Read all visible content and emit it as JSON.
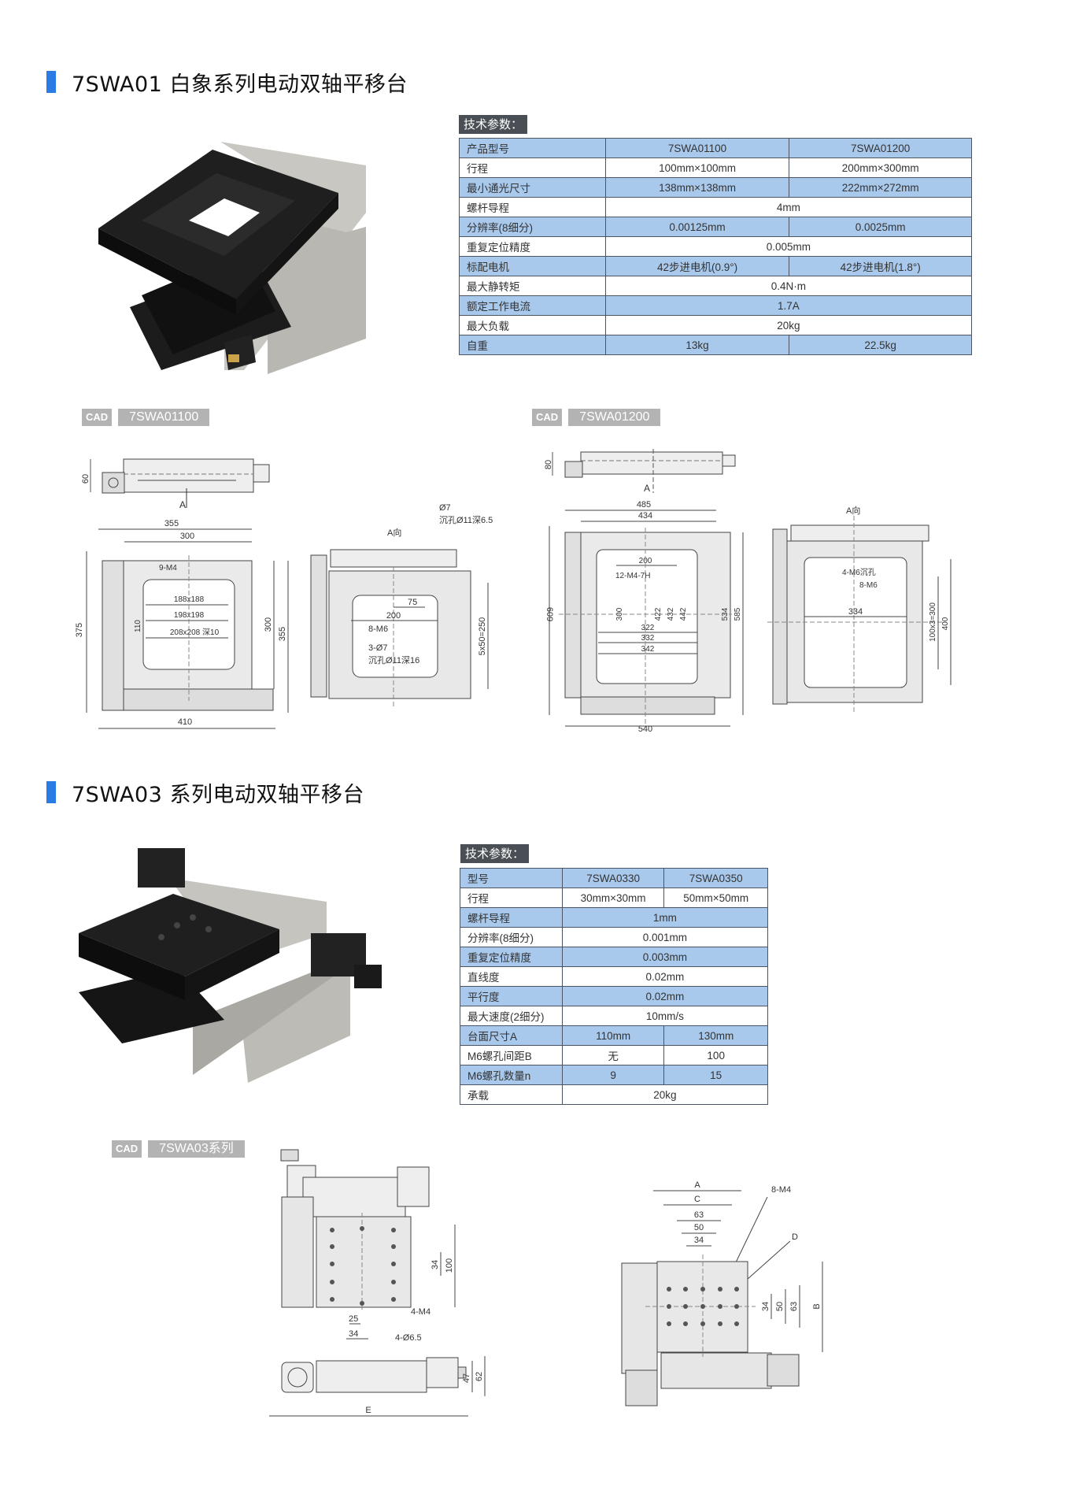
{
  "section1": {
    "title": "7SWA01 白象系列电动双轴平移台",
    "spec_label": "技术参数：",
    "table": {
      "header": [
        "产品型号",
        "7SWA01100",
        "7SWA01200"
      ],
      "rows": [
        {
          "label": "行程",
          "values": [
            "100mm×100mm",
            "200mm×300mm"
          ]
        },
        {
          "label": "最小通光尺寸",
          "values": [
            "138mm×138mm",
            "222mm×272mm"
          ]
        },
        {
          "label": "螺杆导程",
          "values": [
            "4mm"
          ]
        },
        {
          "label": "分辨率(8细分)",
          "values": [
            "0.00125mm",
            "0.0025mm"
          ]
        },
        {
          "label": "重复定位精度",
          "values": [
            "0.005mm"
          ]
        },
        {
          "label": "标配电机",
          "values": [
            "42步进电机(0.9°)",
            "42步进电机(1.8°)"
          ]
        },
        {
          "label": "最大静转矩",
          "values": [
            "0.4N·m"
          ]
        },
        {
          "label": "额定工作电流",
          "values": [
            "1.7A"
          ]
        },
        {
          "label": "最大负载",
          "values": [
            "20kg"
          ]
        },
        {
          "label": "自重",
          "values": [
            "13kg",
            "22.5kg"
          ]
        }
      ]
    },
    "cad1": {
      "tag": "CAD",
      "model": "7SWA01100",
      "side": {
        "height": "60",
        "view": "A"
      },
      "top": {
        "w_outer": "355",
        "w_inner": "300",
        "h_left": "375",
        "h_inner": "300",
        "h_outer": "355",
        "w_bottom": "410",
        "holes": "9-M4",
        "d1": "188x188",
        "d2": "198x198",
        "d3": "208x208 深10",
        "v110": "110"
      },
      "aview": {
        "title": "A向",
        "hole1": "Ø7",
        "hole1b": "沉孔Ø11深6.5",
        "d75": "75",
        "d200": "200",
        "m6": "8-M6",
        "hole2": "3-Ø7",
        "hole2b": "沉孔Ø11深16",
        "pitch": "5x50=250"
      }
    },
    "cad2": {
      "tag": "CAD",
      "model": "7SWA01200",
      "side": {
        "height": "80",
        "view": "A"
      },
      "top": {
        "w485": "485",
        "w434": "434",
        "h609": "609",
        "d200": "200",
        "m4": "12-M4-7H",
        "v300": "300",
        "d322": "322",
        "d332": "332",
        "d342": "342",
        "v422": "422",
        "v432": "432",
        "v442": "442",
        "v534": "534",
        "v585": "585",
        "w540": "540"
      },
      "aview": {
        "title": "A向",
        "m6a": "4-M6沉孔",
        "m6b": "8-M6",
        "d334": "334",
        "pitch": "100x3=300",
        "v400": "400"
      }
    }
  },
  "section2": {
    "title": "7SWA03 系列电动双轴平移台",
    "spec_label": "技术参数：",
    "table": {
      "header": [
        "型号",
        "7SWA0330",
        "7SWA0350"
      ],
      "rows": [
        {
          "label": "行程",
          "values": [
            "30mm×30mm",
            "50mm×50mm"
          ]
        },
        {
          "label": "螺杆导程",
          "values": [
            "1mm"
          ]
        },
        {
          "label": "分辨率(8细分)",
          "values": [
            "0.001mm"
          ]
        },
        {
          "label": "重复定位精度",
          "values": [
            "0.003mm"
          ]
        },
        {
          "label": "直线度",
          "values": [
            "0.02mm"
          ]
        },
        {
          "label": "平行度",
          "values": [
            "0.02mm"
          ]
        },
        {
          "label": "最大速度(2细分)",
          "values": [
            "10mm/s"
          ]
        },
        {
          "label": "台面尺寸A",
          "values": [
            "110mm",
            "130mm"
          ]
        },
        {
          "label": "M6螺孔间距B",
          "values": [
            "无",
            "100"
          ]
        },
        {
          "label": "M6螺孔数量n",
          "values": [
            "9",
            "15"
          ]
        },
        {
          "label": "承载",
          "values": [
            "20kg"
          ]
        }
      ]
    },
    "cad": {
      "tag": "CAD",
      "model": "7SWA03系列",
      "top": {
        "v34": "34",
        "v100": "100",
        "m4": "4-M4",
        "d25": "25",
        "d34": "34",
        "hole": "4-Ø6.5"
      },
      "side": {
        "v47": "47",
        "v62": "62",
        "e": "E"
      },
      "plan": {
        "a": "A",
        "c": "C",
        "d63": "63",
        "d50": "50",
        "d34": "34",
        "m4": "8-M4",
        "d": "D",
        "v34": "34",
        "v50": "50",
        "v63": "63",
        "b": "B"
      }
    }
  },
  "colors": {
    "accent": "#2a7be4",
    "row_blue": "#a9c9ec",
    "label_bg": "#4a4f55",
    "cad_tag": "#b3b3b3"
  }
}
